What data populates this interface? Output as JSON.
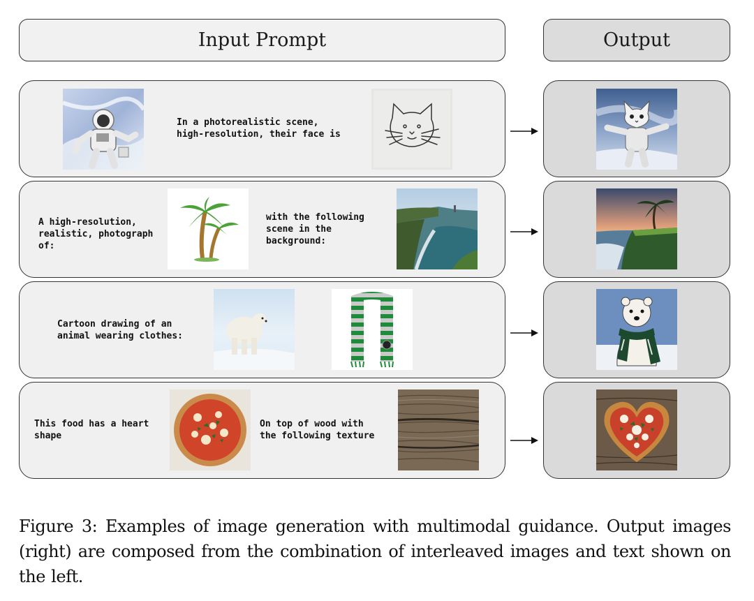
{
  "header": {
    "input_label": "Input Prompt",
    "output_label": "Output"
  },
  "rows": [
    {
      "texts": [
        "In a photorealistic scene,\nhigh-resolution, their face is"
      ],
      "input_images": [
        "astronaut in space",
        "child's cat face sketch"
      ],
      "output_image": "astronaut with cat face"
    },
    {
      "texts": [
        "A high-resolution,\nrealistic, photograph\nof:",
        "with the following\nscene in the\nbackground:"
      ],
      "input_images": [
        "palm trees",
        "coastal cliffs"
      ],
      "output_image": "palm tree on coastal cliff at sunset"
    },
    {
      "texts": [
        "Cartoon drawing of an\nanimal wearing clothes:"
      ],
      "input_images": [
        "polar bear",
        "green and grey striped scarf"
      ],
      "output_image": "cartoon polar bear wearing scarf"
    },
    {
      "texts": [
        "This food has a heart\nshape",
        "On top of wood with\nthe following texture"
      ],
      "input_images": [
        "pizza",
        "wood texture"
      ],
      "output_image": "heart shaped pizza on wood"
    }
  ],
  "caption": "Figure 3: Examples of image generation with multimodal guidance. Output images (right) are composed from the combination of interleaved images and text shown on the left."
}
